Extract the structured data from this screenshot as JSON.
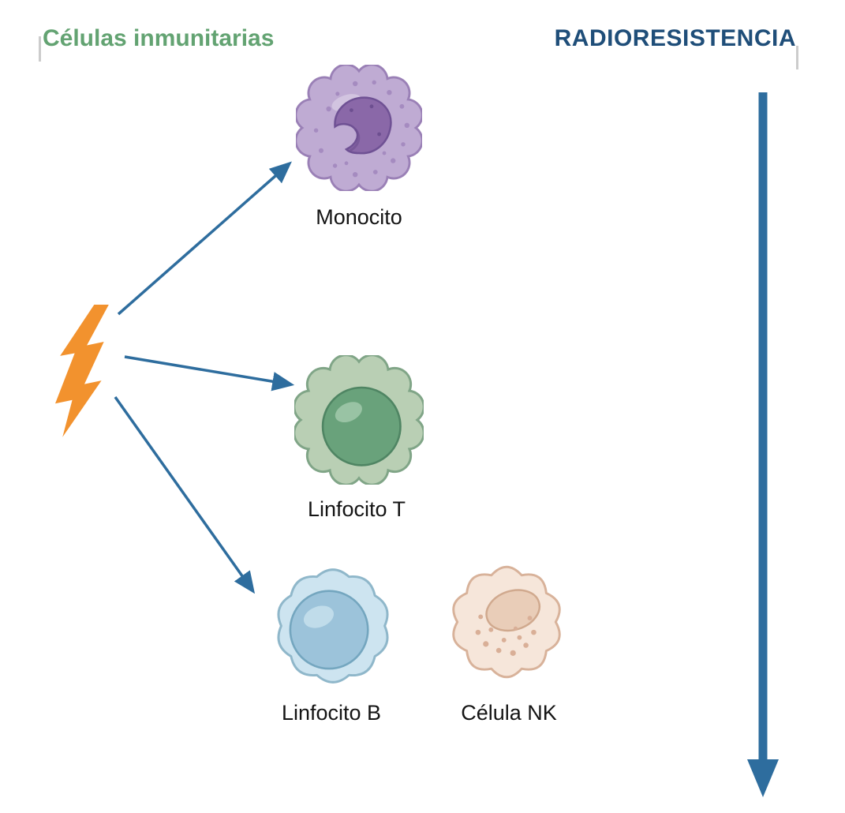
{
  "titles": {
    "left": "Células inmunitarias",
    "right": "RADIORESISTENCIA"
  },
  "cells": [
    {
      "id": "monocito",
      "label": "Monocito"
    },
    {
      "id": "linfocito-t",
      "label": "Linfocito T"
    },
    {
      "id": "linfocito-b",
      "label": "Linfocito B"
    },
    {
      "id": "celula-nk",
      "label": "Célula NK"
    }
  ],
  "icons": {
    "radiation_source": "lightning-bolt",
    "cell_arrows": "diagonal-arrow",
    "axis_arrow": "long-down-arrow"
  },
  "colors": {
    "title_left": "#63a372",
    "title_right": "#1f4e79",
    "arrow": "#2e6d9e",
    "bolt": "#f2922e",
    "monocito_body": "#bfabd3",
    "monocito_nucleus": "#8a68a8",
    "linfocito_t_body": "#b9cfb4",
    "linfocito_t_nucleus": "#69a27b",
    "linfocito_b_body": "#cde4f0",
    "linfocito_b_nucleus": "#9cc3da",
    "celula_nk_body": "#f6e6da",
    "celula_nk_nucleus": "#e9cdb8"
  }
}
